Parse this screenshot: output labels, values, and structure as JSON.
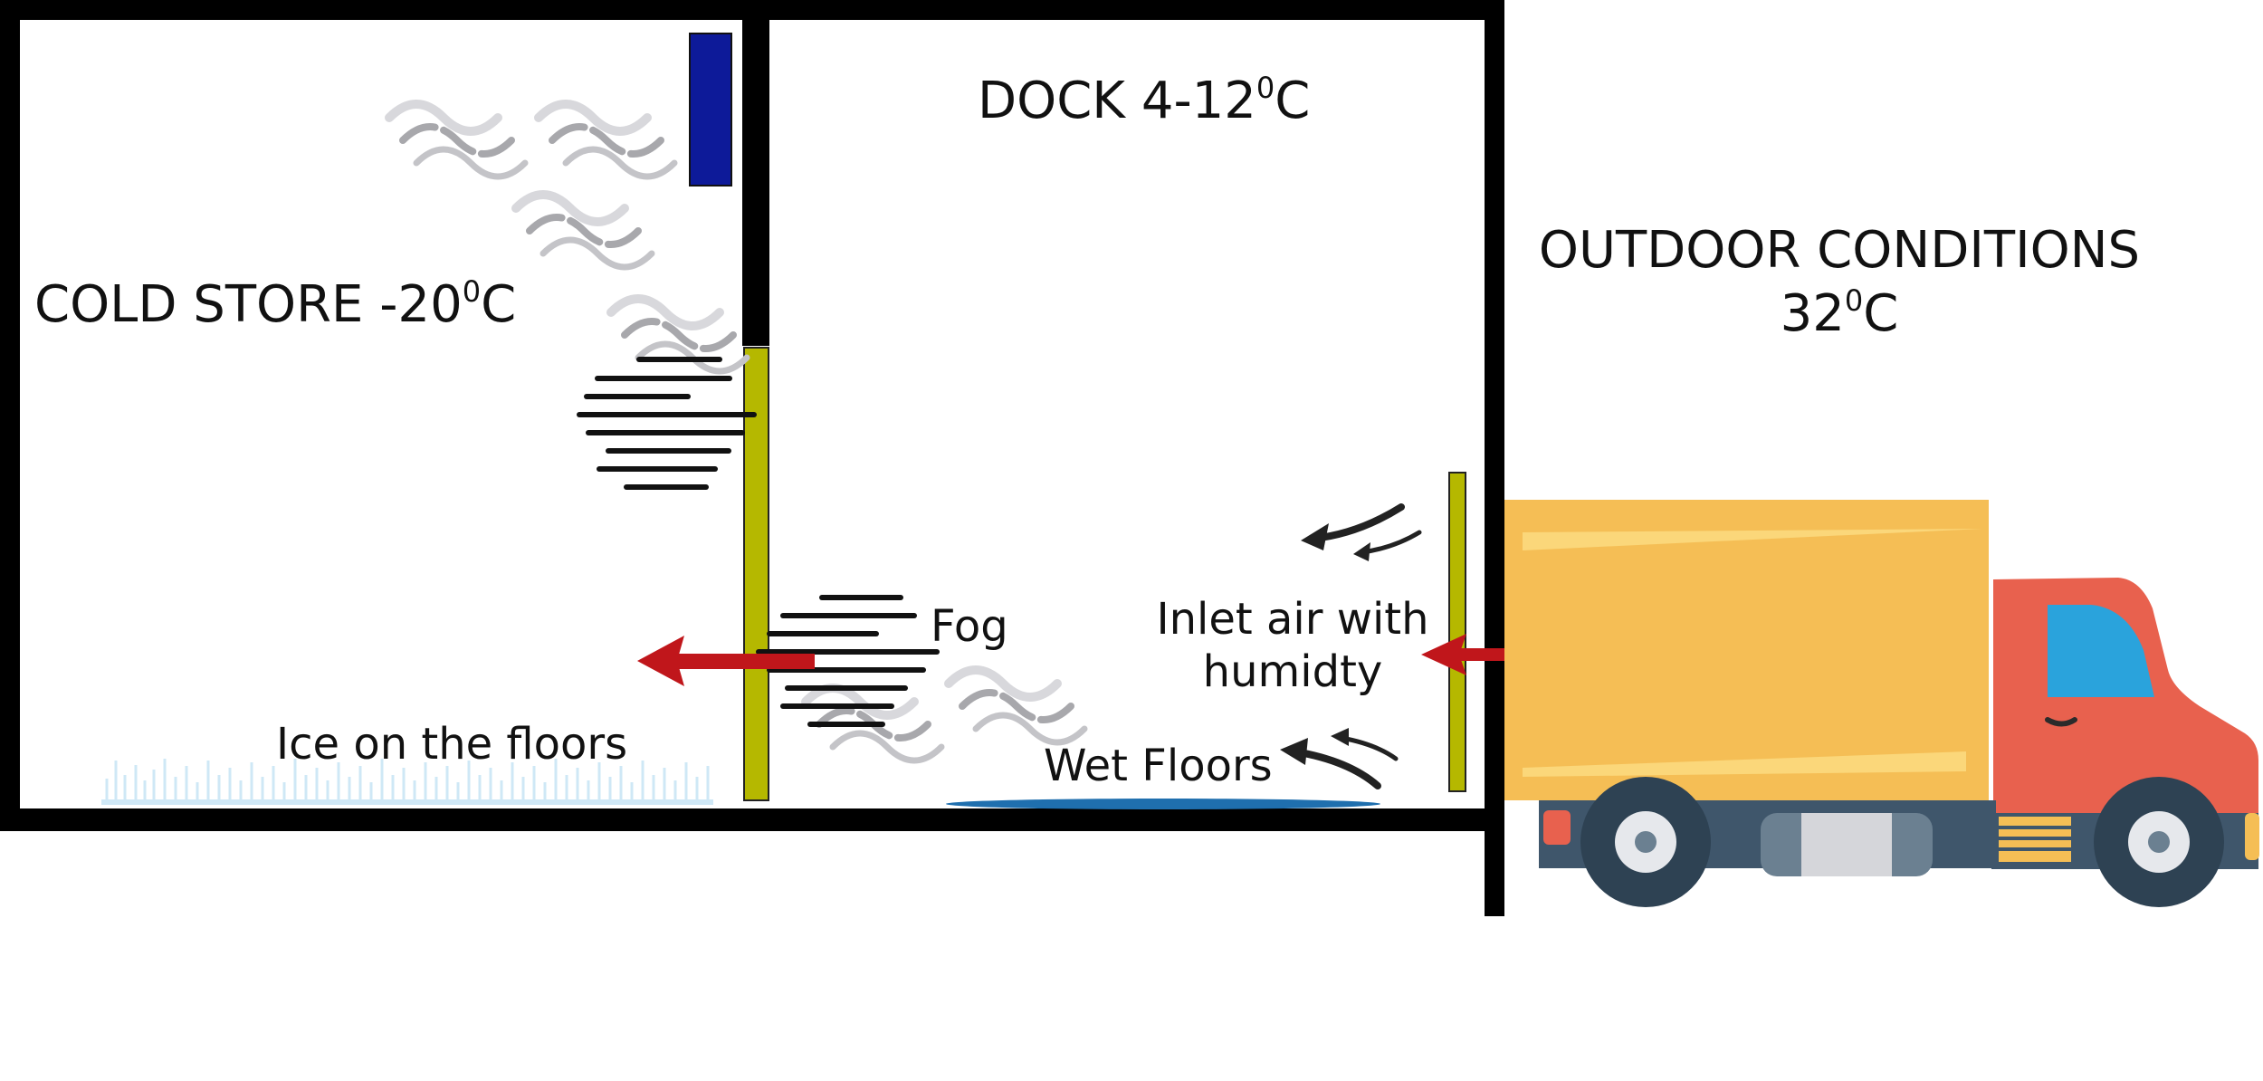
{
  "labels": {
    "cold_store": {
      "prefix": "COLD STORE -20",
      "degree": "0",
      "unit": "C"
    },
    "dock": {
      "prefix": "DOCK 4-12",
      "degree": "0",
      "unit": "C"
    },
    "outdoor": {
      "line1": "OUTDOOR CONDITIONS",
      "line2_prefix": "32",
      "degree": "0",
      "unit": "C"
    },
    "fog": "Fog",
    "inlet_line1": "Inlet air with",
    "inlet_line2": "humidty",
    "wet_floors": "Wet Floors",
    "ice_floors": "Ice on the floors"
  },
  "colors": {
    "wall": "#000000",
    "door": "#b5b800",
    "cooler": "#0d1a99",
    "airflow_arrow": "#c0161b",
    "truck_cargo": "#f5be55",
    "truck_cab": "#e8614e",
    "truck_window": "#2aa3dc",
    "truck_chassis": "#3f566b",
    "wheel": "#2e4253",
    "water": "#1f6fae",
    "ice": "#cfe8f6",
    "mist": "#a8a8ac"
  }
}
